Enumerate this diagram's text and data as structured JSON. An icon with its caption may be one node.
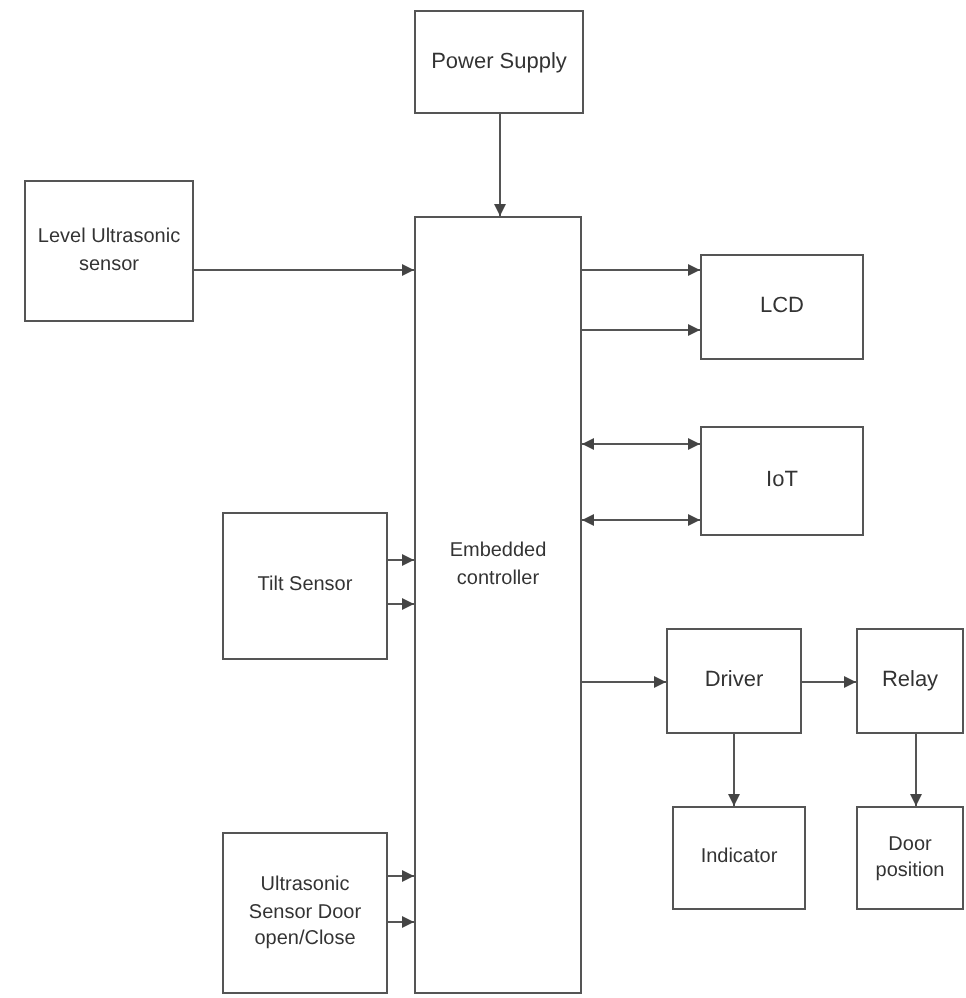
{
  "diagram": {
    "nodes": [
      {
        "text": [
          "Power Supply"
        ]
      },
      {
        "text": [
          "Level Ultrasonic sensor"
        ]
      },
      {
        "text": [
          "Embedded controller"
        ]
      },
      {
        "text": [
          "LCD"
        ]
      },
      {
        "text": [
          "IoT"
        ]
      },
      {
        "text": [
          "Tilt Sensor"
        ]
      },
      {
        "text": [
          "Driver"
        ]
      },
      {
        "text": [
          "Relay"
        ]
      },
      {
        "text": [
          "Indicator"
        ]
      },
      {
        "text": [
          "Door position"
        ]
      },
      {
        "text": [
          "Ultrasonic Sensor Door open/Close"
        ]
      }
    ],
    "edges": [
      {
        "from": 0,
        "to": 2,
        "arrow": "to"
      },
      {
        "from": 1,
        "to": 2,
        "arrow": "to"
      },
      {
        "from": 2,
        "to": 3,
        "arrow": "to"
      },
      {
        "from": 2,
        "to": 3,
        "arrow": "to"
      },
      {
        "from": 2,
        "to": 4,
        "arrow": "both"
      },
      {
        "from": 2,
        "to": 4,
        "arrow": "both"
      },
      {
        "from": 5,
        "to": 2,
        "arrow": "to"
      },
      {
        "from": 5,
        "to": 2,
        "arrow": "to"
      },
      {
        "from": 2,
        "to": 6,
        "arrow": "to"
      },
      {
        "from": 6,
        "to": 7,
        "arrow": "to"
      },
      {
        "from": 6,
        "to": 8,
        "arrow": "to"
      },
      {
        "from": 7,
        "to": 9,
        "arrow": "to"
      },
      {
        "from": 10,
        "to": 2,
        "arrow": "to"
      },
      {
        "from": 10,
        "to": 2,
        "arrow": "to"
      }
    ]
  }
}
